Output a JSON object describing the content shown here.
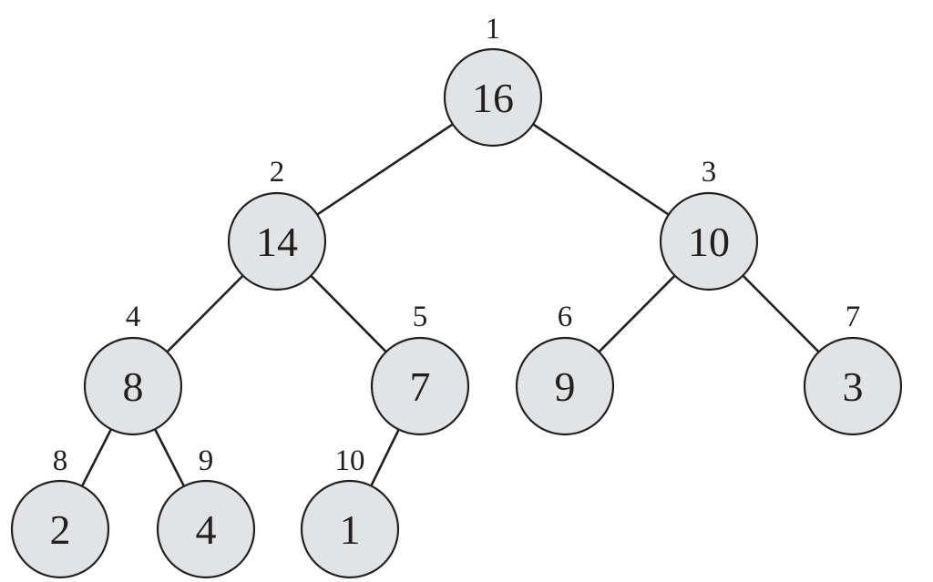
{
  "colors": {
    "node_fill": "#e2e3e5",
    "ink": "#231f20",
    "background": "#ffffff"
  },
  "tree": {
    "nodes": [
      {
        "index": "1",
        "value": "16"
      },
      {
        "index": "2",
        "value": "14"
      },
      {
        "index": "3",
        "value": "10"
      },
      {
        "index": "4",
        "value": "8"
      },
      {
        "index": "5",
        "value": "7"
      },
      {
        "index": "6",
        "value": "9"
      },
      {
        "index": "7",
        "value": "3"
      },
      {
        "index": "8",
        "value": "2"
      },
      {
        "index": "9",
        "value": "4"
      },
      {
        "index": "10",
        "value": "1"
      }
    ],
    "edges": [
      [
        "1",
        "2"
      ],
      [
        "1",
        "3"
      ],
      [
        "2",
        "4"
      ],
      [
        "2",
        "5"
      ],
      [
        "3",
        "6"
      ],
      [
        "3",
        "7"
      ],
      [
        "4",
        "8"
      ],
      [
        "4",
        "9"
      ],
      [
        "5",
        "10"
      ]
    ]
  }
}
